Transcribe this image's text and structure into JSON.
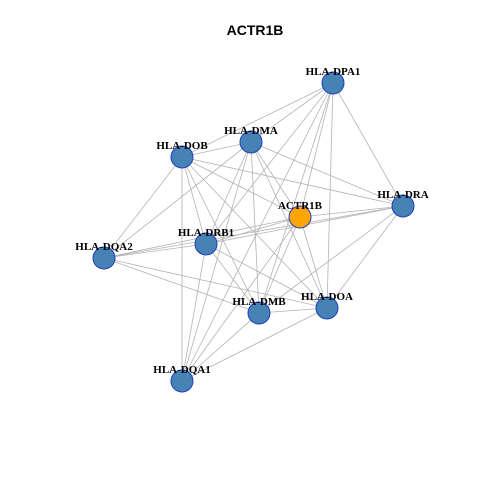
{
  "title": "ACTR1B",
  "colors": {
    "hub": "#ffa500",
    "node": "#4682b4",
    "node_border": "#1f3fbf",
    "edge": "#b3b3b3"
  },
  "nodes": [
    {
      "id": "HLA-DPA1",
      "label": "HLA-DPA1",
      "hub": false
    },
    {
      "id": "HLA-DMA",
      "label": "HLA-DMA",
      "hub": false
    },
    {
      "id": "HLA-DOB",
      "label": "HLA-DOB",
      "hub": false
    },
    {
      "id": "HLA-DRA",
      "label": "HLA-DRA",
      "hub": false
    },
    {
      "id": "ACTR1B",
      "label": "ACTR1B",
      "hub": true
    },
    {
      "id": "HLA-DRB1",
      "label": "HLA-DRB1",
      "hub": false
    },
    {
      "id": "HLA-DQA2",
      "label": "HLA-DQA2",
      "hub": false
    },
    {
      "id": "HLA-DOA",
      "label": "HLA-DOA",
      "hub": false
    },
    {
      "id": "HLA-DMB",
      "label": "HLA-DMB",
      "hub": false
    },
    {
      "id": "HLA-DQA1",
      "label": "HLA-DQA1",
      "hub": false
    }
  ],
  "edges": [
    [
      "HLA-DPA1",
      "HLA-DMA"
    ],
    [
      "HLA-DPA1",
      "HLA-DOB"
    ],
    [
      "HLA-DPA1",
      "ACTR1B"
    ],
    [
      "HLA-DPA1",
      "HLA-DRA"
    ],
    [
      "HLA-DPA1",
      "HLA-DRB1"
    ],
    [
      "HLA-DPA1",
      "HLA-DMB"
    ],
    [
      "HLA-DPA1",
      "HLA-DOA"
    ],
    [
      "HLA-DPA1",
      "HLA-DQA1"
    ],
    [
      "HLA-DMA",
      "HLA-DOB"
    ],
    [
      "HLA-DMA",
      "ACTR1B"
    ],
    [
      "HLA-DMA",
      "HLA-DRA"
    ],
    [
      "HLA-DMA",
      "HLA-DRB1"
    ],
    [
      "HLA-DMA",
      "HLA-DMB"
    ],
    [
      "HLA-DMA",
      "HLA-DOA"
    ],
    [
      "HLA-DMA",
      "HLA-DQA2"
    ],
    [
      "HLA-DMA",
      "HLA-DQA1"
    ],
    [
      "HLA-DOB",
      "ACTR1B"
    ],
    [
      "HLA-DOB",
      "HLA-DRB1"
    ],
    [
      "HLA-DOB",
      "HLA-DQA2"
    ],
    [
      "HLA-DOB",
      "HLA-DMB"
    ],
    [
      "HLA-DOB",
      "HLA-DOA"
    ],
    [
      "HLA-DOB",
      "HLA-DQA1"
    ],
    [
      "HLA-DOB",
      "HLA-DRA"
    ],
    [
      "HLA-DRA",
      "ACTR1B"
    ],
    [
      "HLA-DRA",
      "HLA-DRB1"
    ],
    [
      "HLA-DRA",
      "HLA-DOA"
    ],
    [
      "HLA-DRA",
      "HLA-DMB"
    ],
    [
      "HLA-DRA",
      "HLA-DQA2"
    ],
    [
      "ACTR1B",
      "HLA-DRB1"
    ],
    [
      "ACTR1B",
      "HLA-DMB"
    ],
    [
      "ACTR1B",
      "HLA-DOA"
    ],
    [
      "ACTR1B",
      "HLA-DQA1"
    ],
    [
      "ACTR1B",
      "HLA-DQA2"
    ],
    [
      "HLA-DRB1",
      "HLA-DQA2"
    ],
    [
      "HLA-DRB1",
      "HLA-DMB"
    ],
    [
      "HLA-DRB1",
      "HLA-DOA"
    ],
    [
      "HLA-DRB1",
      "HLA-DQA1"
    ],
    [
      "HLA-DQA2",
      "HLA-DMB"
    ],
    [
      "HLA-DQA2",
      "HLA-DOA"
    ],
    [
      "HLA-DMB",
      "HLA-DOA"
    ],
    [
      "HLA-DMB",
      "HLA-DQA1"
    ],
    [
      "HLA-DOA",
      "HLA-DQA1"
    ]
  ]
}
